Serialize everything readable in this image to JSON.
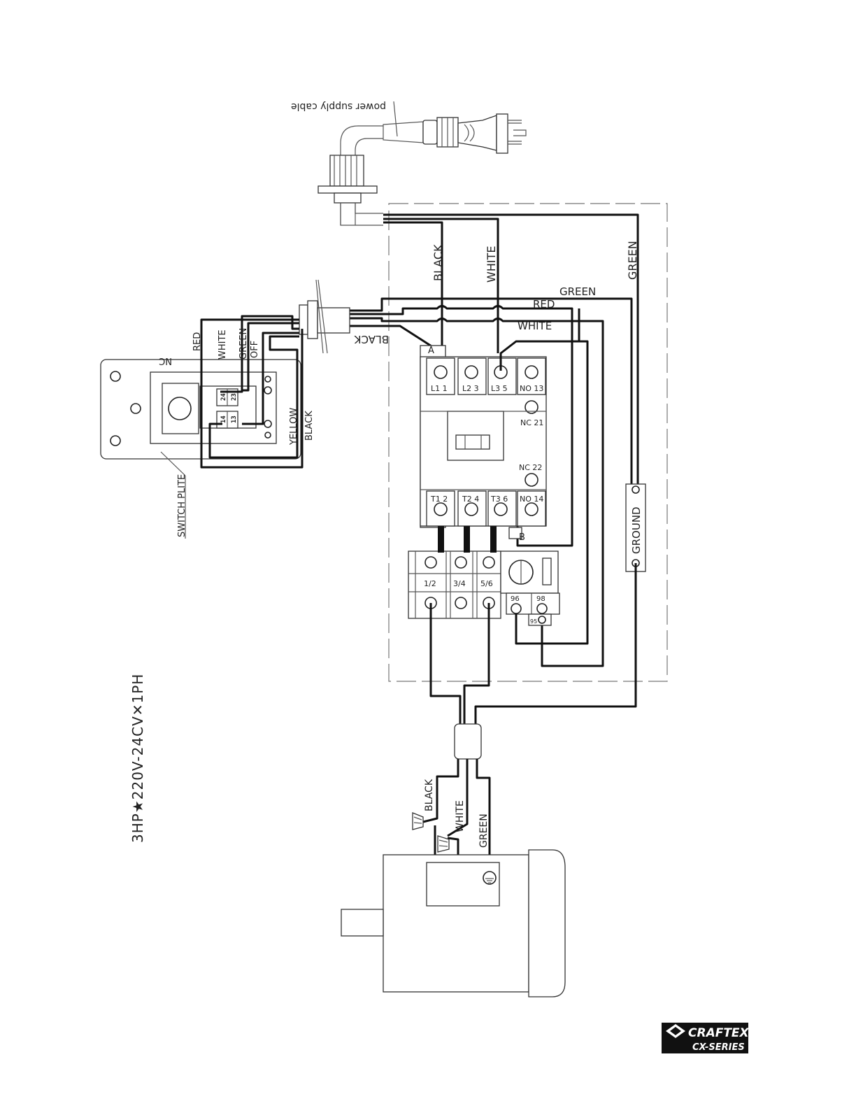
{
  "diagram": {
    "title": "3HP★220V-24CV✕1PH",
    "power_cable_label": "power supply cable",
    "wire_labels": {
      "black_supply": "BLACK",
      "white_supply": "WHITE",
      "green_supply": "GREEN",
      "green_switch": "GREEN",
      "red_switch": "RED",
      "white_switch": "WHITE",
      "black_switch": "BLACK",
      "motor_black": "BLACK",
      "motor_white": "WHITE",
      "motor_green": "GREEN"
    },
    "switch_labels": {
      "nc": "NC",
      "red": "RED",
      "white": "WHITE",
      "green": "GREEN",
      "off": "OFF",
      "yellow": "YELLOW",
      "black": "BLACK",
      "plate": "SWITCH PLITE",
      "t24": "24",
      "t23": "23",
      "t14": "14",
      "t13": "13"
    },
    "contactor": {
      "top": [
        "L1 1",
        "L2 3",
        "L3 5",
        "NO 13"
      ],
      "nc21": "NC 21",
      "nc22": "NC 22",
      "bottom": [
        "T1 2",
        "T2 4",
        "T3 6",
        "NO 14"
      ],
      "mark_a": "A",
      "mark_b": "B"
    },
    "overload": {
      "terminals": [
        "1/2",
        "3/4",
        "5/6"
      ],
      "aux": [
        "96",
        "98",
        "95"
      ]
    },
    "ground_label": "GROUND",
    "logo": {
      "brand": "CRAFTEX",
      "series": "CX-SERIES"
    }
  }
}
